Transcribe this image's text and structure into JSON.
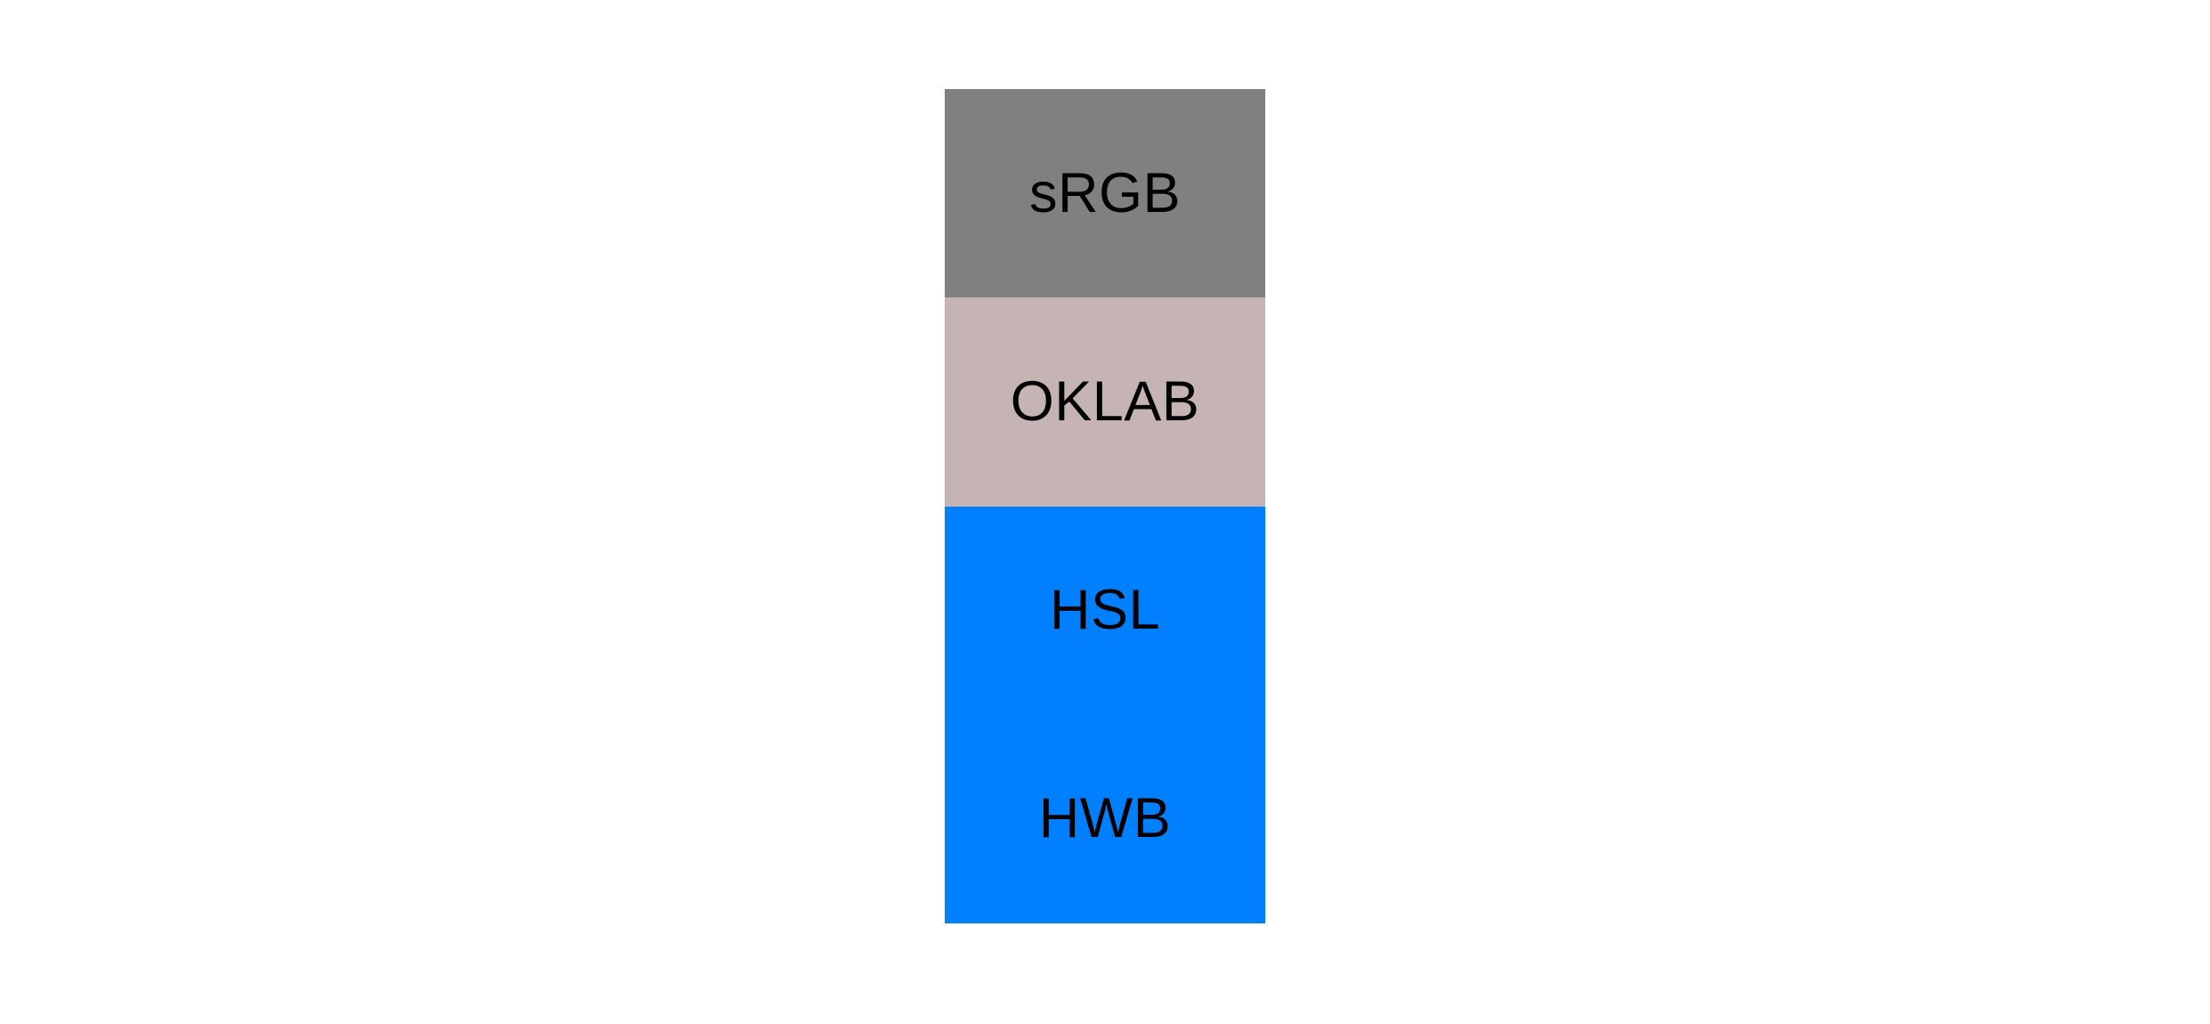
{
  "page": {
    "background_color": "#ffffff",
    "label_text_color": "#000000"
  },
  "swatches": [
    {
      "label": "sRGB",
      "color": "#808080"
    },
    {
      "label": "OKLAB",
      "color": "#c6b3b4"
    },
    {
      "label": "HSL",
      "color": "#0080ff"
    },
    {
      "label": "HWB",
      "color": "#0080ff"
    }
  ]
}
